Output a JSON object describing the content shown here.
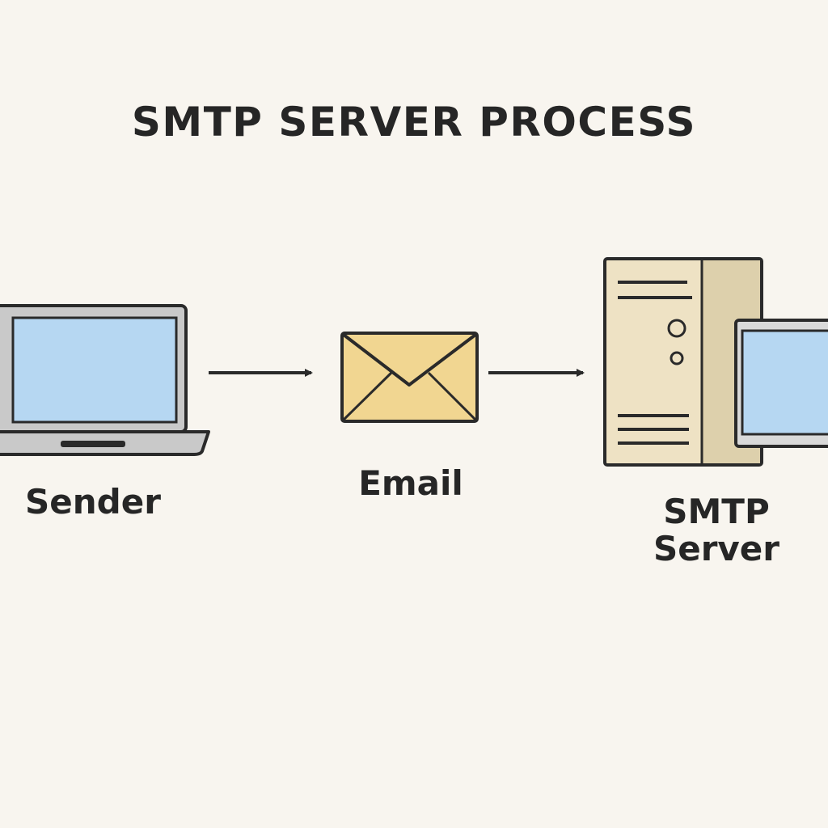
{
  "title": "SMTP SERVER PROCESS",
  "nodes": {
    "sender": {
      "label": "Sender",
      "icon": "laptop-icon"
    },
    "email": {
      "label": "Email",
      "icon": "envelope-icon"
    },
    "server": {
      "label_line1": "SMTP",
      "label_line2": "Server",
      "icon": "server-icon"
    }
  },
  "colors": {
    "background": "#f8f5ef",
    "outline": "#2a2a2a",
    "screen": "#b6d7f2",
    "laptop_body": "#c9c9c9",
    "envelope": "#f1d691",
    "server_body": "#eee2c4"
  }
}
